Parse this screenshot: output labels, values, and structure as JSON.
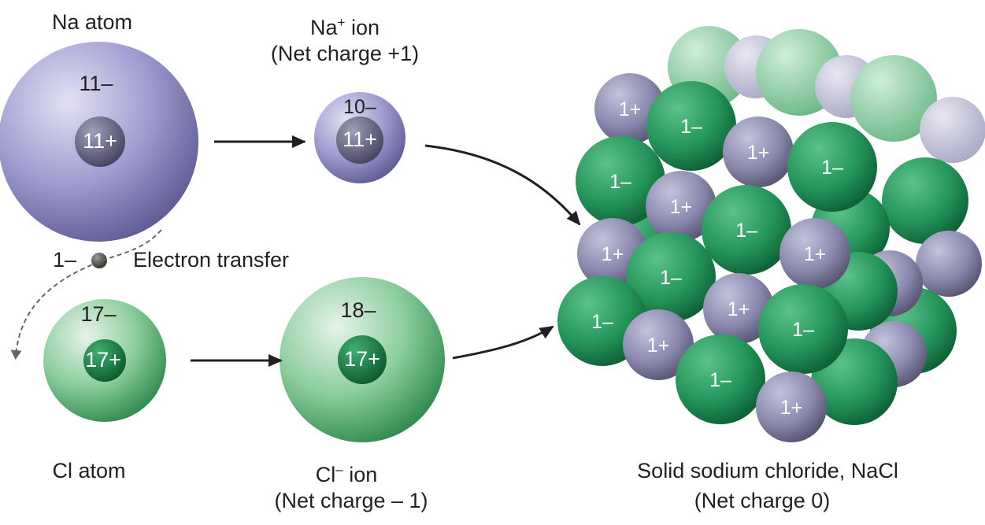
{
  "na_atom": {
    "title": "Na atom",
    "electrons": "11–",
    "nucleus": "11+"
  },
  "na_ion": {
    "title": "Na",
    "superscript": "+",
    "title_suffix": " ion",
    "net_charge": "(Net charge +1)",
    "electrons": "10–",
    "nucleus": "11+"
  },
  "electron": {
    "charge": "1–",
    "label": "Electron transfer"
  },
  "cl_atom": {
    "title": "Cl atom",
    "electrons": "17–",
    "nucleus": "17+"
  },
  "cl_ion": {
    "title": "Cl",
    "superscript": "–",
    "title_suffix": " ion",
    "net_charge": "(Net charge – 1)",
    "electrons": "18–",
    "nucleus": "17+"
  },
  "crystal": {
    "title": "Solid sodium chloride, NaCl",
    "net_charge": "(Net charge 0)",
    "labels": [
      "1+",
      "1–",
      "1+",
      "1–",
      "1–",
      "1+",
      "1–",
      "1+",
      "1–",
      "1+",
      "1+",
      "1–",
      "1–",
      "1+",
      "1–",
      "1+"
    ]
  },
  "colors": {
    "sodium": "#8f8cc4",
    "chloride": "#2e9a5e",
    "text": "#231f20"
  }
}
